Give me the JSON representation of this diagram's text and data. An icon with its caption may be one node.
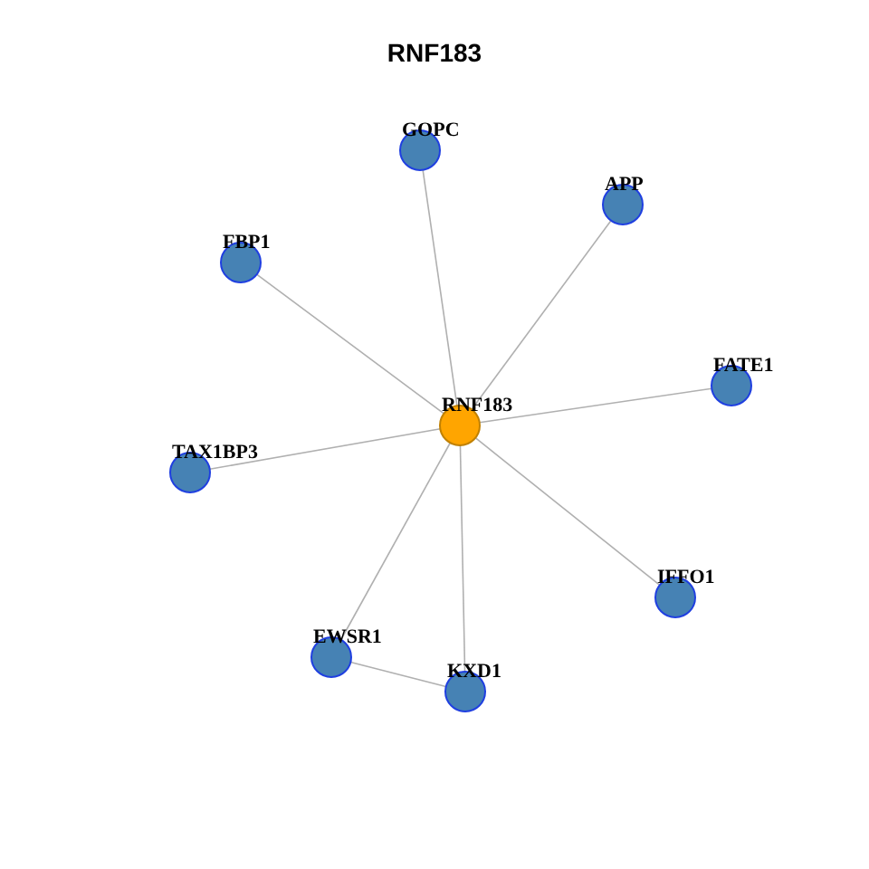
{
  "diagram": {
    "title": "RNF183",
    "nodes": [
      {
        "text": [
          "RNF183"
        ]
      },
      {
        "text": [
          "GOPC"
        ]
      },
      {
        "text": [
          "APP"
        ]
      },
      {
        "text": [
          "FBP1"
        ]
      },
      {
        "text": [
          "FATE1"
        ]
      },
      {
        "text": [
          "TAX1BP3"
        ]
      },
      {
        "text": [
          "IFFO1"
        ]
      },
      {
        "text": [
          "EWSR1"
        ]
      },
      {
        "text": [
          "KXD1"
        ]
      }
    ],
    "edges": [
      {
        "from": 0,
        "to": 1,
        "arrow": "none"
      },
      {
        "from": 0,
        "to": 2,
        "arrow": "none"
      },
      {
        "from": 0,
        "to": 3,
        "arrow": "none"
      },
      {
        "from": 0,
        "to": 4,
        "arrow": "none"
      },
      {
        "from": 0,
        "to": 5,
        "arrow": "none"
      },
      {
        "from": 0,
        "to": 6,
        "arrow": "none"
      },
      {
        "from": 0,
        "to": 7,
        "arrow": "none"
      },
      {
        "from": 0,
        "to": 8,
        "arrow": "none"
      },
      {
        "from": 7,
        "to": 8,
        "arrow": "none"
      }
    ]
  }
}
